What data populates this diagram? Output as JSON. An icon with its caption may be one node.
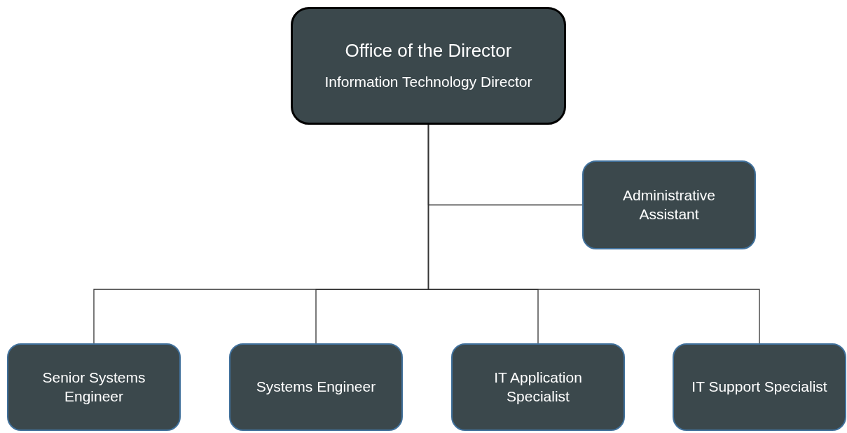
{
  "diagram": {
    "nodes": [
      {
        "text": [
          "Office of the Director",
          "Information Technology Director"
        ]
      },
      {
        "text": [
          "Administrative Assistant"
        ]
      },
      {
        "text": [
          "Senior Systems Engineer"
        ]
      },
      {
        "text": [
          "Systems Engineer"
        ]
      },
      {
        "text": [
          "IT Application Specialist"
        ]
      },
      {
        "text": [
          "IT Support Specialist"
        ]
      }
    ],
    "edges": [
      {
        "from": 0,
        "to": 1,
        "arrow": "none"
      },
      {
        "from": 0,
        "to": 2,
        "arrow": "none"
      },
      {
        "from": 0,
        "to": 3,
        "arrow": "none"
      },
      {
        "from": 0,
        "to": 4,
        "arrow": "none"
      },
      {
        "from": 0,
        "to": 5,
        "arrow": "none"
      }
    ]
  }
}
